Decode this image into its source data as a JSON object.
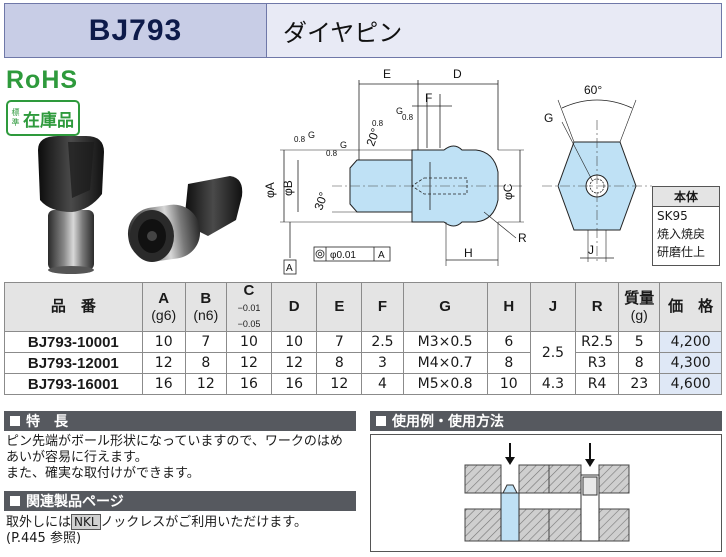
{
  "header": {
    "code": "BJ793",
    "name": "ダイヤピン"
  },
  "badges": {
    "rohs": "RoHS",
    "stock_small": [
      "標",
      "準"
    ],
    "stock_big": "在庫品"
  },
  "drawing": {
    "dims": {
      "E": "E",
      "D": "D",
      "F": "F",
      "angle60": "60°",
      "angle20": "20°",
      "angle30": "30°",
      "G": "G",
      "A": "φA",
      "B": "φB",
      "C": "φC",
      "R": "R",
      "H": "H",
      "J": "J",
      "datum": "A",
      "tolerance": "φ0.01",
      "tolerance_ref": "A",
      "finish1": "0.8",
      "finish2": "0.8",
      "finish3": "0.8",
      "finish4": "0.8",
      "finish_g": "G"
    }
  },
  "spec_box": {
    "header": "本体",
    "lines": [
      "SK95",
      "焼入焼戻",
      "研磨仕上"
    ]
  },
  "table": {
    "headers": {
      "part": "品　番",
      "A": "A",
      "A_sub": "(g6)",
      "B": "B",
      "B_sub": "(n6)",
      "C": "C",
      "C_tol_top": "−0.01",
      "C_tol_bottom": "−0.05",
      "D": "D",
      "E": "E",
      "F": "F",
      "G": "G",
      "H": "H",
      "J": "J",
      "R": "R",
      "mass": "質量",
      "mass_sub": "(g)",
      "price": "価　格"
    },
    "rows": [
      {
        "part": "BJ793-10001",
        "A": "10",
        "B": "7",
        "C": "10",
        "D": "10",
        "E": "7",
        "F": "2.5",
        "G": "M3×0.5",
        "H": "6",
        "R": "R2.5",
        "mass": "5",
        "price": "4,200"
      },
      {
        "part": "BJ793-12001",
        "A": "12",
        "B": "8",
        "C": "12",
        "D": "12",
        "E": "8",
        "F": "3",
        "G": "M4×0.7",
        "H": "8",
        "R": "R3",
        "mass": "8",
        "price": "4,300"
      },
      {
        "part": "BJ793-16001",
        "A": "16",
        "B": "12",
        "C": "16",
        "D": "16",
        "E": "12",
        "F": "4",
        "G": "M5×0.8",
        "H": "10",
        "R": "R4",
        "mass": "23",
        "price": "4,600"
      }
    ],
    "J_merged": "2.5",
    "J_last": "4.3"
  },
  "features": {
    "title": "特　長",
    "lines": [
      "ピン先端がボール形状になっていますので、ワークのはめ",
      "あいが容易に行えます。",
      "また、確実な取付けができます。"
    ]
  },
  "related": {
    "title": "関連製品ページ",
    "line1_pre": "取外しには",
    "line1_tag": "NKL",
    "line1_post": "ノックレスがご利用いただけます。",
    "line2": "(P.445 参照)"
  },
  "usage": {
    "title": "使用例・使用方法"
  },
  "colors": {
    "header_code_bg": "#c8cde6",
    "header_name_bg": "#e8eaf5",
    "green": "#2e9a3c",
    "part_blue": "#bfe1f5",
    "price_bg": "#dfe8f6",
    "section_bar": "#56595f"
  }
}
